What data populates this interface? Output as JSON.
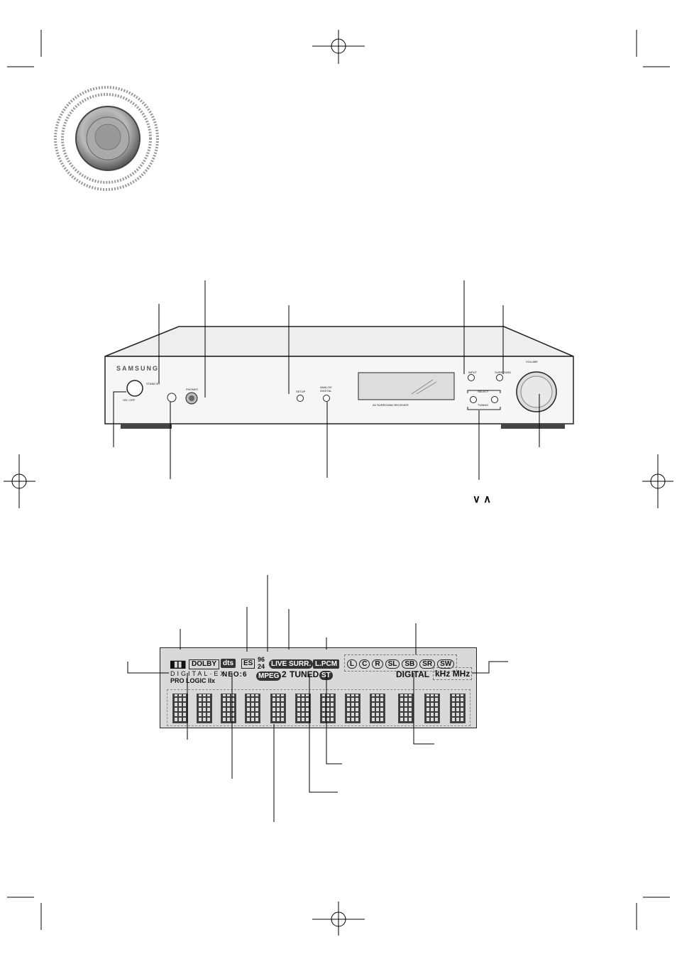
{
  "receiver": {
    "brand": "SAMSUNG",
    "standby_label": "STAND BY",
    "power_label": "ON / OFF",
    "phones_label": "PHONES",
    "setup_label": "SETUP",
    "analog_digital_label": "ANALOG /DIGITAL",
    "input_label": "INPUT",
    "surround_label": "SURROUND",
    "volume_label": "VOLUME",
    "select_label": "SELECT",
    "tuning_label": "TUNING",
    "model_label": "AV SURROUND RECEIVER"
  },
  "tuning_arrows": "∨ ∧",
  "display": {
    "dolby_logo": "DD",
    "dolby": "DOLBY",
    "dts": "dts",
    "es": "ES",
    "rate_top": "96",
    "rate_bottom": "24",
    "live_surr": "LIVE SURR.",
    "lpcm": "L.PCM",
    "channels": [
      "L",
      "C",
      "R",
      "SL",
      "SB",
      "SR",
      "SW"
    ],
    "digital_ex": "DIGITAL·EX",
    "prologic": "PRO LOGIC IIx",
    "neo6": "NEO:6",
    "mpeg": "MPEG",
    "mpeg_num": "2",
    "tuned": "TUNED",
    "st": "ST",
    "digital": "DIGITAL",
    "khz": "kHz",
    "mhz": "MHz"
  }
}
